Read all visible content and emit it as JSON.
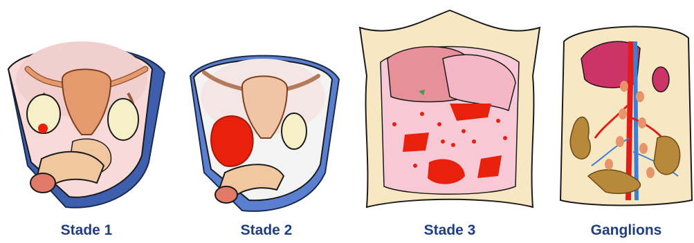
{
  "figure": {
    "panels": [
      {
        "id": "stade-1",
        "caption": "Stade 1"
      },
      {
        "id": "stade-2",
        "caption": "Stade 2"
      },
      {
        "id": "stade-3",
        "caption": "Stade 3"
      },
      {
        "id": "ganglions",
        "caption": "Ganglions"
      }
    ]
  },
  "colors": {
    "caption": "#1f3f82",
    "tumor": "#e8200c",
    "pelvis_border": "#3d5fae",
    "uterus": "#e49a6c",
    "ovary": "#f5f0c8",
    "peritoneum": "#f7e7c2",
    "artery": "#e41b17",
    "vein": "#3b7fd6",
    "liver": "#cc3366",
    "node": "#e8946a",
    "colon": "#b8893a"
  }
}
